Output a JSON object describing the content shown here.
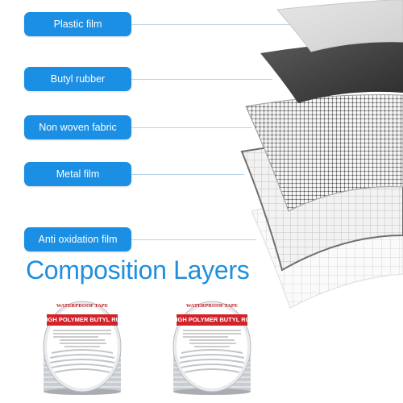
{
  "labels": [
    "Plastic film",
    "Butyl rubber",
    "Non woven fabric",
    "Metal film",
    "Anti oxidation film"
  ],
  "title": "Composition Layers",
  "product": {
    "line1": "WATERPROOF TAPE",
    "line2": "HIGH POLYMER BUTYL RUBBER"
  },
  "colors": {
    "accent": "#1a8fe3",
    "title": "#1f8fde",
    "label_red": "#c0191f"
  },
  "icons": [
    "plastic-film-layer",
    "butyl-rubber-layer",
    "non-woven-fabric-layer",
    "metal-film-layer",
    "anti-oxidation-film-layer",
    "tape-roll"
  ]
}
